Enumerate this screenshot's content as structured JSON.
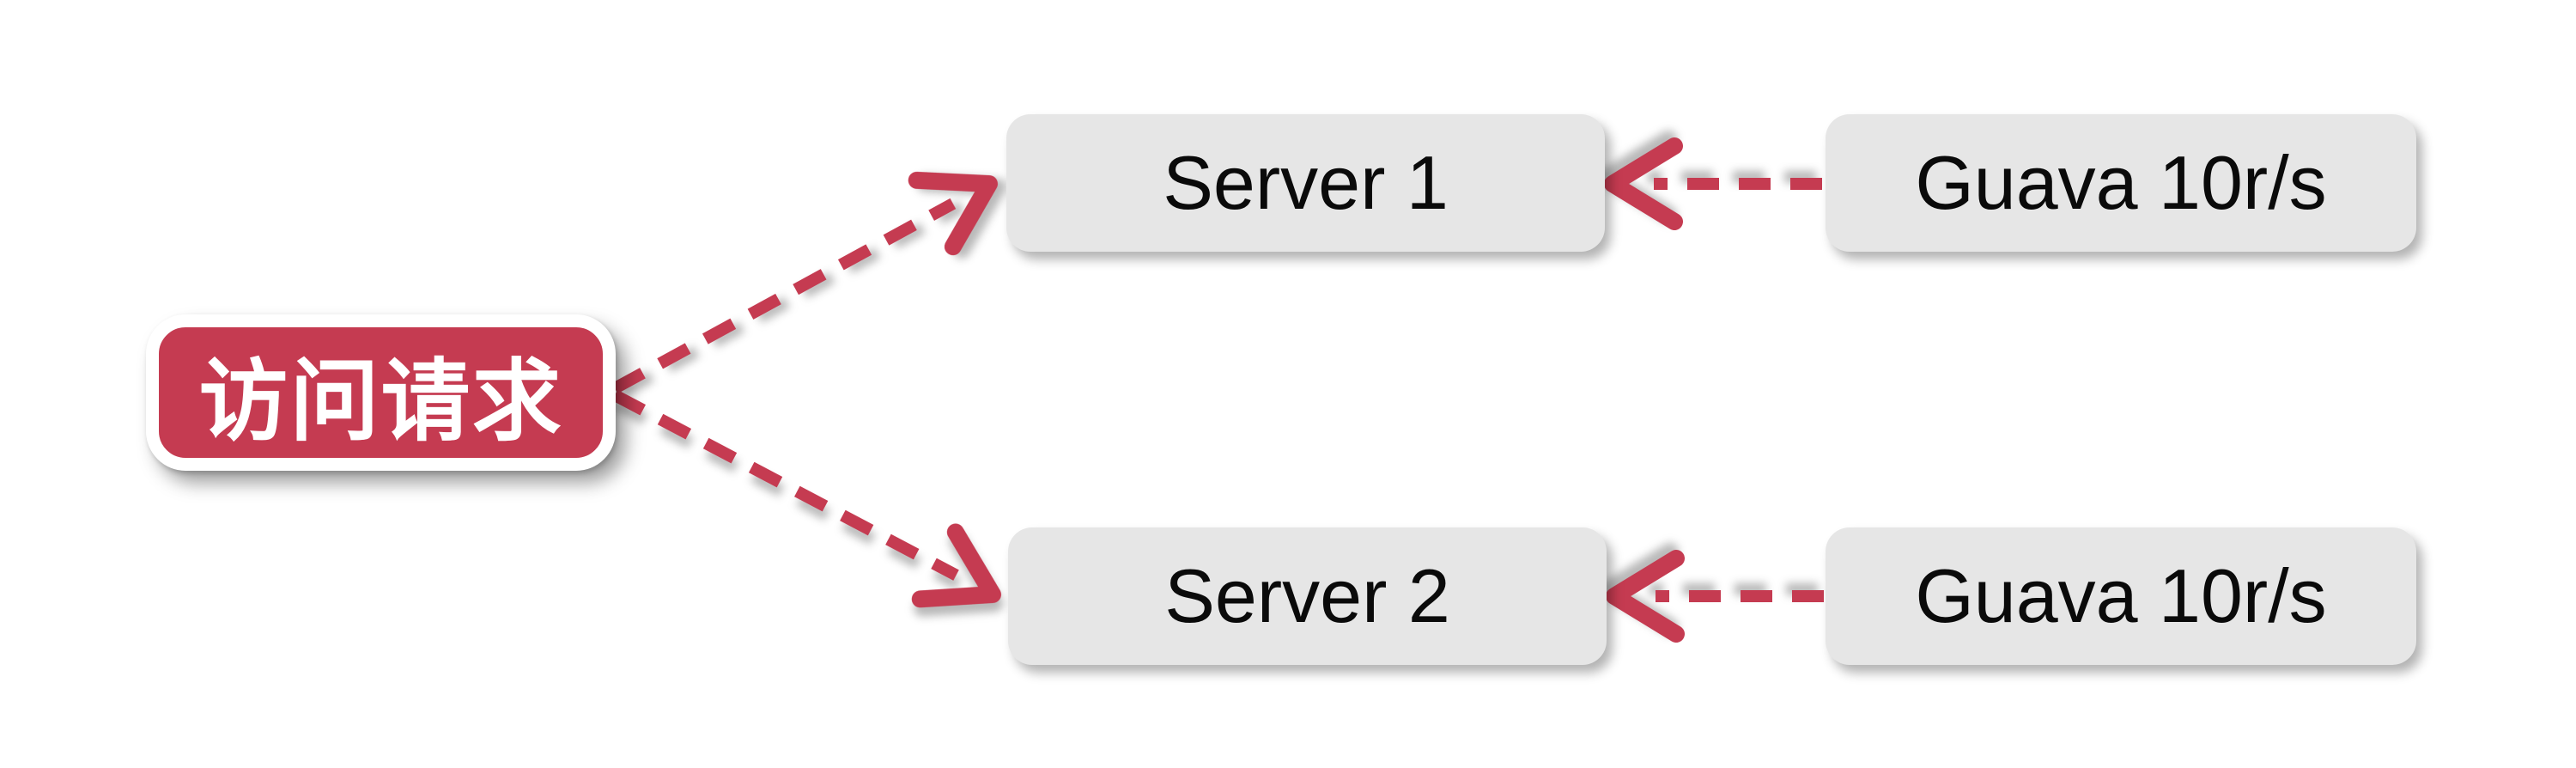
{
  "diagram": {
    "source": {
      "label": "访问请求"
    },
    "servers": [
      {
        "label": "Server 1"
      },
      {
        "label": "Server 2"
      }
    ],
    "limiters": [
      {
        "label": "Guava 10r/s"
      },
      {
        "label": "Guava 10r/s"
      }
    ],
    "connections": [
      {
        "id": "source-to-server-1",
        "from": "访问请求",
        "to": "Server 1",
        "style": "dashed-arrow"
      },
      {
        "id": "source-to-server-2",
        "from": "访问请求",
        "to": "Server 2",
        "style": "dashed-arrow"
      },
      {
        "id": "limiter-1-to-server-1",
        "from": "Guava 10r/s",
        "to": "Server 1",
        "style": "dashed-arrow"
      },
      {
        "id": "limiter-2-to-server-2",
        "from": "Guava 10r/s",
        "to": "Server 2",
        "style": "dashed-arrow"
      }
    ],
    "colors": {
      "accent_red": "#C53B51",
      "node_gray": "#E6E6E6",
      "label_dark": "#0a0a0a",
      "source_label_white": "#FFFFFF",
      "canvas_white": "#FFFFFF"
    }
  }
}
